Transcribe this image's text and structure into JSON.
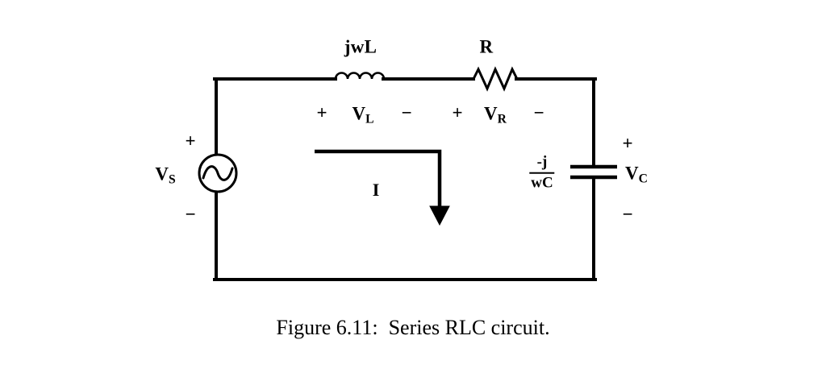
{
  "figure": {
    "caption": "Figure 6.11:  Series RLC circuit.",
    "title": "Series RLC circuit",
    "background_color": "#ffffff",
    "line_color": "#000000"
  },
  "circuit": {
    "type": "series-rlc",
    "source": {
      "name": "ac-voltage-source",
      "label": "V",
      "subscript": "S",
      "plus_sign": "+",
      "minus_sign": "−",
      "symbol": "sine-wave-in-circle"
    },
    "components": [
      {
        "name": "inductor",
        "header_label": "jwL",
        "voltage_label": "V",
        "voltage_subscript": "L",
        "plus_sign": "+",
        "minus_sign": "−",
        "symbol": "coil"
      },
      {
        "name": "resistor",
        "header_label": "R",
        "voltage_label": "V",
        "voltage_subscript": "R",
        "plus_sign": "+",
        "minus_sign": "−",
        "symbol": "zigzag"
      },
      {
        "name": "capacitor",
        "impedance_numerator": "-j",
        "impedance_denominator": "wC",
        "voltage_label": "V",
        "voltage_subscript": "C",
        "plus_sign": "+",
        "minus_sign": "−",
        "symbol": "parallel-plates"
      }
    ],
    "current": {
      "name": "loop-current",
      "label": "I",
      "direction": "clockwise"
    }
  }
}
